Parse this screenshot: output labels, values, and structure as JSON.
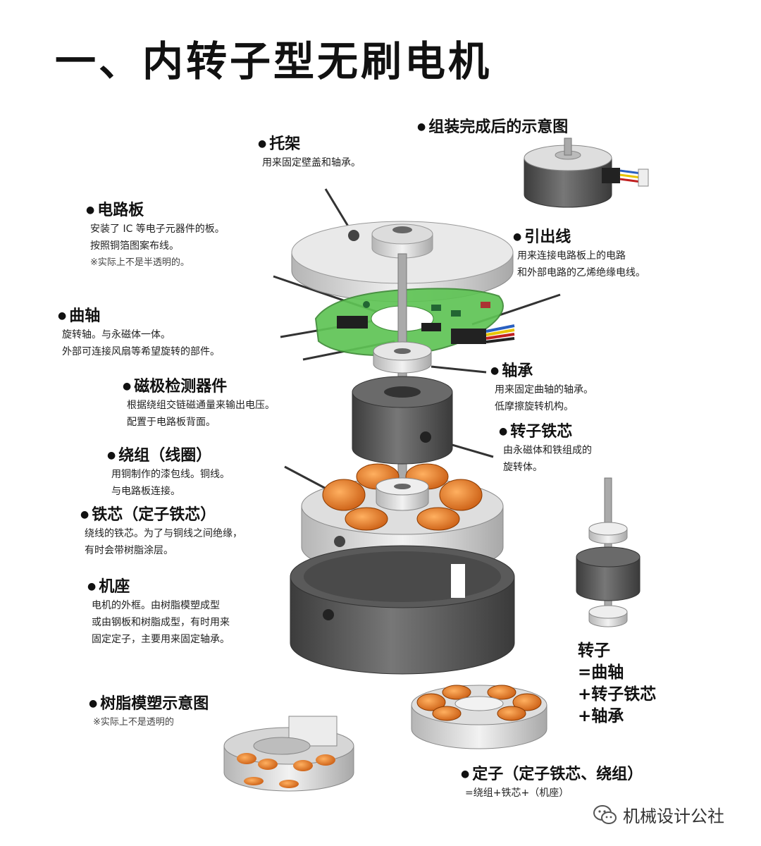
{
  "title": "一、内转子型无刷电机",
  "labels": {
    "bracket": {
      "title": "托架",
      "lines": [
        "用来固定壁盖和轴承。"
      ]
    },
    "assembled": {
      "title": "组装完成后的示意图",
      "lines": []
    },
    "circuit_board": {
      "title": "电路板",
      "lines": [
        "安装了 IC 等电子元器件的板。",
        "按照铜箔图案布线。"
      ],
      "note": "※实际上不是半透明的。"
    },
    "lead_wire": {
      "title": "引出线",
      "lines": [
        "用来连接电路板上的电路",
        "和外部电路的乙烯绝缘电线。"
      ]
    },
    "shaft": {
      "title": "曲轴",
      "lines": [
        "旋转轴。与永磁体一体。",
        "外部可连接风扇等希望旋转的部件。"
      ]
    },
    "bearing": {
      "title": "轴承",
      "lines": [
        "用来固定曲轴的轴承。",
        "低摩擦旋转机构。"
      ]
    },
    "hall_sensor": {
      "title": "磁极检测器件",
      "lines": [
        "根据绕组交链磁通量来输出电压。",
        "配置于电路板背面。"
      ]
    },
    "rotor_core": {
      "title": "转子铁芯",
      "lines": [
        "由永磁体和铁组成的",
        "旋转体。"
      ]
    },
    "winding": {
      "title": "绕组（线圈）",
      "lines": [
        "用铜制作的漆包线。铜线。",
        "与电路板连接。"
      ]
    },
    "stator_core": {
      "title": "铁芯（定子铁芯）",
      "lines": [
        "绕线的铁芯。为了与铜线之间绝缘，",
        "有时会带树脂涂层。"
      ]
    },
    "housing": {
      "title": "机座",
      "lines": [
        "电机的外框。由树脂模塑成型",
        "或由钢板和树脂成型，有时用来",
        "固定定子，主要用来固定轴承。"
      ]
    },
    "resin_mold": {
      "title": "树脂模塑示意图",
      "lines": [],
      "note": "※实际上不是透明的"
    },
    "stator": {
      "title": "定子（定子铁芯、绕组）",
      "lines": [
        "=绕组+铁芯+（机座）"
      ]
    }
  },
  "rotor_summary": [
    "转子",
    "=曲轴",
    "+转子铁芯",
    "+轴承"
  ],
  "watermark": "机械设计公社",
  "colors": {
    "circuit_board": "#5fc455",
    "winding": "#e87a20",
    "metal_dark": "#4a4a4a",
    "metal_light": "#d8d8d8"
  },
  "icons": {
    "watermark": "wechat-icon"
  }
}
